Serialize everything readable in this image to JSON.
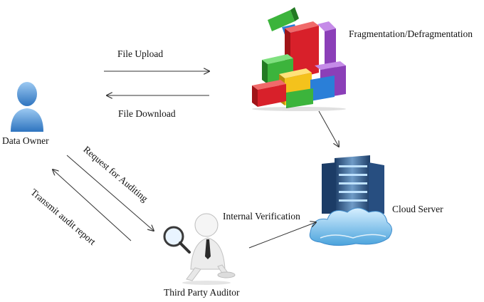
{
  "nodes": {
    "data_owner": {
      "label": "Data Owner",
      "icon": "user-icon"
    },
    "fragmentation": {
      "label": "Fragmentation/Defragmentation",
      "icon": "fragmentation-blocks-icon"
    },
    "cloud_server": {
      "label": "Cloud Server",
      "icon": "cloud-server-icon"
    },
    "auditor": {
      "label": "Third Party Auditor",
      "icon": "auditor-magnifier-icon"
    }
  },
  "edges": {
    "file_upload": "File Upload",
    "file_download": "File Download",
    "request_auditing": "Request for Auditing",
    "transmit_report": "Transmit audit report",
    "internal_verification": "Internal Verification"
  },
  "colors": {
    "user_blue": "#4a8fd0",
    "arrow": "#333333",
    "block_red": "#d8202a",
    "block_green": "#3cb43c",
    "block_yellow": "#f4c21c",
    "block_purple": "#8b3fb8",
    "block_blue": "#2a7fd8",
    "cloud_blue": "#7fc4ec"
  }
}
